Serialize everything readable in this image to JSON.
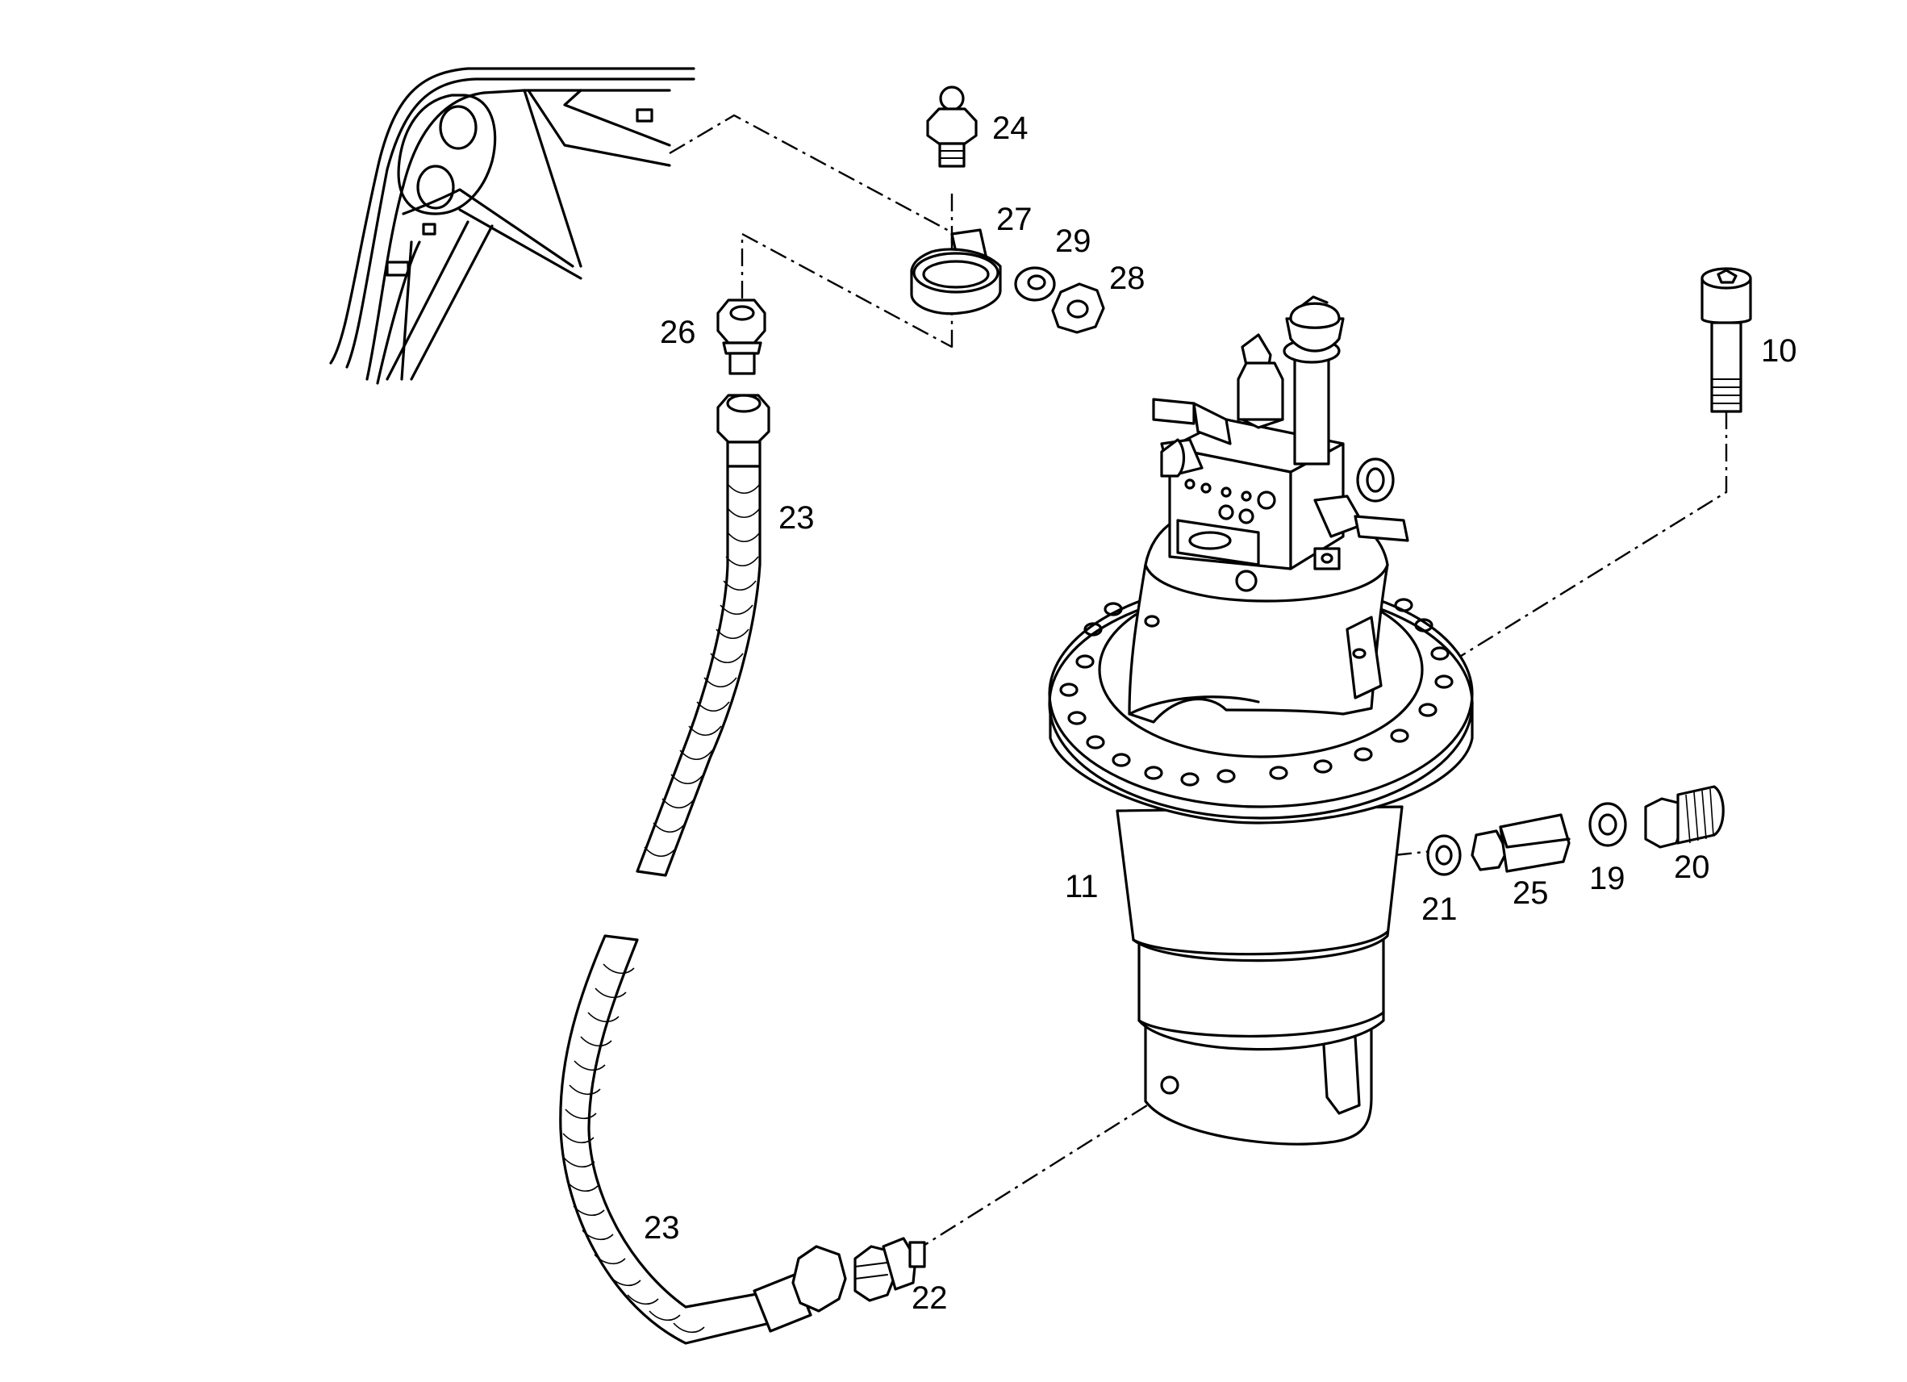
{
  "diagram": {
    "line_color": "#000000",
    "background": "#ffffff",
    "callouts": [
      {
        "id": "c10",
        "text": "10"
      },
      {
        "id": "c11",
        "text": "11"
      },
      {
        "id": "c19",
        "text": "19"
      },
      {
        "id": "c20",
        "text": "20"
      },
      {
        "id": "c21",
        "text": "21"
      },
      {
        "id": "c22",
        "text": "22"
      },
      {
        "id": "c23a",
        "text": "23"
      },
      {
        "id": "c23b",
        "text": "23"
      },
      {
        "id": "c24",
        "text": "24"
      },
      {
        "id": "c25",
        "text": "25"
      },
      {
        "id": "c26",
        "text": "26"
      },
      {
        "id": "c27",
        "text": "27"
      },
      {
        "id": "c28",
        "text": "28"
      },
      {
        "id": "c29",
        "text": "29"
      }
    ]
  }
}
